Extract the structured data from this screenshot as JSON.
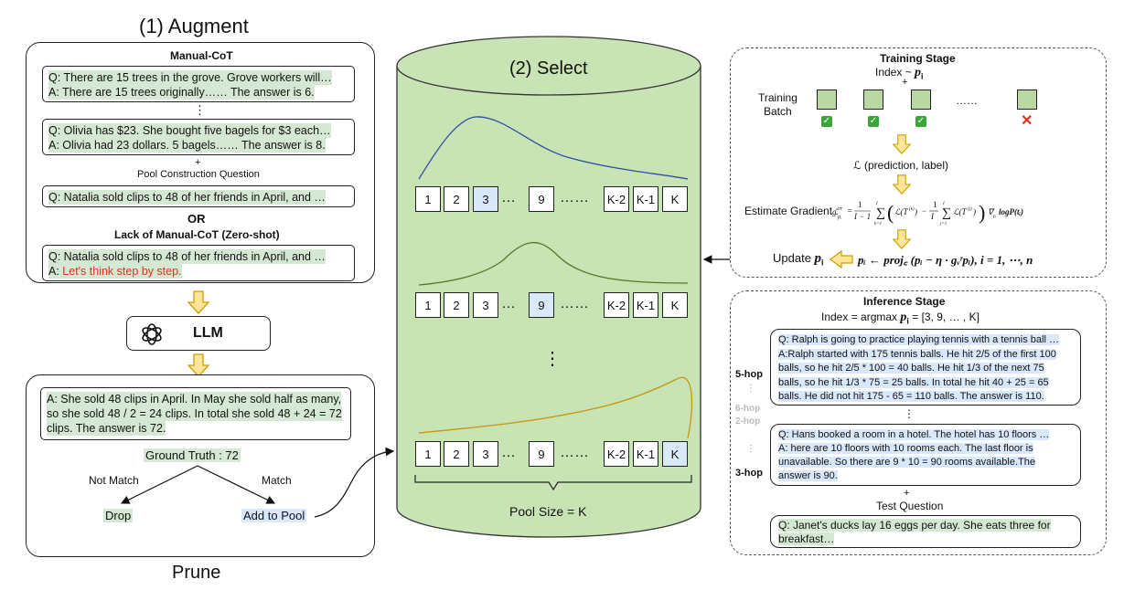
{
  "augment": {
    "title": "(1) Augment",
    "manual_cot_title": "Manual-CoT",
    "ex1_q": "Q: There are 15 trees in the grove. Grove workers will…",
    "ex1_a": "A: There are 15 trees originally…… The answer is 6.",
    "ellipsis": "⋮",
    "ex2_q": "Q: Olivia has $23. She bought five bagels for $3 each…",
    "ex2_a": "A: Olivia had 23 dollars. 5 bagels…… The answer is 8.",
    "plus": "+",
    "pool_question_label": "Pool Construction Question",
    "pool_question": "Q: Natalia sold clips to 48 of her friends in April, and …",
    "or": "OR",
    "zero_shot_title": "Lack of Manual-CoT (Zero-shot)",
    "zs_q": "Q: Natalia sold clips to 48 of her friends in April, and …",
    "zs_a_prefix": "A: ",
    "zs_a_red": "Let's think step by step."
  },
  "llm": {
    "label": "LLM",
    "icon": "openai-logo-icon"
  },
  "prune": {
    "title": "Prune",
    "answer_lines": [
      "A: She sold 48 clips in April. In May she sold half as many,",
      "so she sold 48 / 2 = 24 clips. In total she sold 48 + 24 = 72",
      "clips. The answer is 72."
    ],
    "ground_truth": "Ground Truth : 72",
    "not_match": "Not Match",
    "match": "Match",
    "drop": "Drop",
    "add_to_pool": "Add to Pool"
  },
  "select": {
    "title": "(2) Select",
    "pool_size": "Pool Size = K",
    "vdots": "⋮",
    "rows": [
      {
        "cells": [
          "1",
          "2",
          "3",
          "…",
          "9",
          "……",
          "K-2",
          "K-1",
          "K"
        ],
        "selected": 2,
        "curve_color": "#2f4f9f"
      },
      {
        "cells": [
          "1",
          "2",
          "3",
          "…",
          "9",
          "……",
          "K-2",
          "K-1",
          "K"
        ],
        "selected": 4,
        "curve_color": "#4f7a2a"
      },
      {
        "cells": [
          "1",
          "2",
          "3",
          "…",
          "9",
          "……",
          "K-2",
          "K-1",
          "K"
        ],
        "selected": 8,
        "curve_color": "#c8960c"
      }
    ]
  },
  "training": {
    "title": "Training Stage",
    "index": "Index ~ ",
    "index_sym": "p",
    "index_sub": "i",
    "plus": "+",
    "batch_label_1": "Training",
    "batch_label_2": "Batch",
    "dots": "……",
    "check": "✓",
    "cross": "✕",
    "loss": "ℒ (prediction, label)",
    "estimate": "Estimate Gradient :",
    "update": "Update ",
    "update_sym": "p",
    "update_sub": "i",
    "update_formula": "pᵢ ← proj꜀ (pᵢ − η · gᵥʳpᵢ), i = 1, ⋯, n"
  },
  "inference": {
    "title": "Inference Stage",
    "index": "Index = argmax ",
    "index_tail": " = [3, 9, … , K]",
    "hop5": "5-hop",
    "hop6": "6-hop",
    "hop2": "2-hop",
    "hop3": "3-hop",
    "ex1_lines": [
      "Q: Ralph is going to practice playing tennis with a tennis ball …",
      "A:Ralph started with 175 tennis balls. He hit 2/5 of the first 100",
      "balls, so he hit 2/5 * 100 = 40 balls. He hit 1/3 of the next 75",
      "balls, so he hit 1/3 * 75 = 25 balls. In total he hit 40 + 25 = 65",
      "balls. He did not hit 175 - 65 = 110 balls. The answer is 110."
    ],
    "ex2_lines": [
      "Q: Hans booked a room in a hotel. The hotel has 10 floors …",
      "A: here are 10 floors with 10 rooms each. The last floor is",
      "unavailable. So there are 9 * 10 = 90 rooms available.The",
      "answer is 90."
    ],
    "plus": "+",
    "test_label": "Test Question",
    "test_lines": [
      "Q: Janet's ducks lay 16 eggs per day. She eats three for",
      "breakfast…"
    ]
  },
  "colors": {
    "green_fill": "#d5e8d4",
    "blue_fill": "#dae8fc",
    "cylinder": "#c8e3b4",
    "arrow_fill": "#ffe599",
    "arrow_stroke": "#c8a000"
  }
}
